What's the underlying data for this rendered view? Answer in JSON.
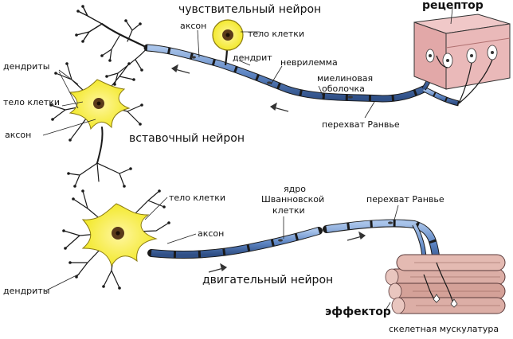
{
  "labels": {
    "sensory_neuron": "чувствительный нейрон",
    "receptor": "рецептор",
    "cell_body_top": "тело клетки",
    "axon_top": "аксон",
    "dendrite_top": "дендрит",
    "neurilemma": "неврилемма",
    "myelin_line1": "миелиновая",
    "myelin_line2": "оболочка",
    "ranvier_top": "перехват Ранвье",
    "dendrites_left": "дендриты",
    "cell_body_left": "тело клетки",
    "axon_left": "аксон",
    "interneuron": "вставочный нейрон",
    "schwann_line1": "ядро",
    "schwann_line2": "Шванновской",
    "schwann_line3": "клетки",
    "ranvier_bottom": "перехват Ранвье",
    "cell_body_motor": "тело клетки",
    "axon_motor": "аксон",
    "motor_neuron": "двигательный нейрон",
    "dendrites_bottom": "дендриты",
    "effector": "эффектор",
    "skeletal_muscle": "скелетная мускулатура"
  },
  "colors": {
    "cell_body": "#f3e92e",
    "nucleus": "#5a3a1a",
    "myelin": "#5e86c4",
    "myelin_light": "#a9c4ea",
    "skin": "#e9b7b7",
    "muscle": "#d9a8a0"
  }
}
